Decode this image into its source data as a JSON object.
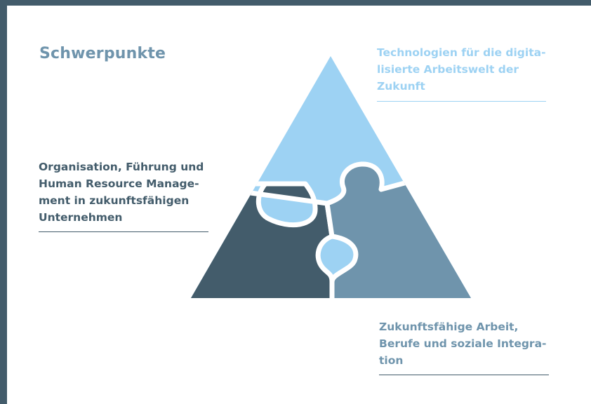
{
  "title": "Schwerpunkte",
  "focus_areas": [
    {
      "id": "technology",
      "lines": [
        "Technologien für die digita-",
        "lisierte Arbeitswelt der",
        "Zukunft"
      ],
      "color": "#9dd2f3"
    },
    {
      "id": "organisation",
      "lines": [
        "Organisation, Führung und",
        "Human Resource Manage-",
        "ment in zukunftsfähigen",
        "Unternehmen"
      ],
      "color": "#435c6b"
    },
    {
      "id": "work",
      "lines": [
        "Zukunftsfähige Arbeit,",
        "Berufe und soziale Integra-",
        "tion"
      ],
      "color": "#6f94ac"
    }
  ],
  "colors": {
    "frame": "#435c6b",
    "heading": "#6f94ac",
    "piece_top": "#9dd2f3",
    "piece_left": "#435c6b",
    "piece_right": "#6f94ac",
    "piece_gap": "#ffffff"
  }
}
